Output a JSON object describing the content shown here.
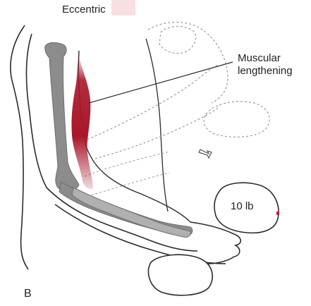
{
  "figure": {
    "title": "Eccentric",
    "callout_line1": "Muscular",
    "callout_line2": "lengthening",
    "weight_label": "10 lb",
    "panel_letter": "B"
  },
  "colors": {
    "bone": "#8c8c8c",
    "muscle": "#a8162a",
    "outline": "#2b2b2b",
    "dashed_outline": "#9a9a9a",
    "title_bar": "#f2c6cc"
  },
  "icons": {
    "direction": "arrow-icon"
  }
}
